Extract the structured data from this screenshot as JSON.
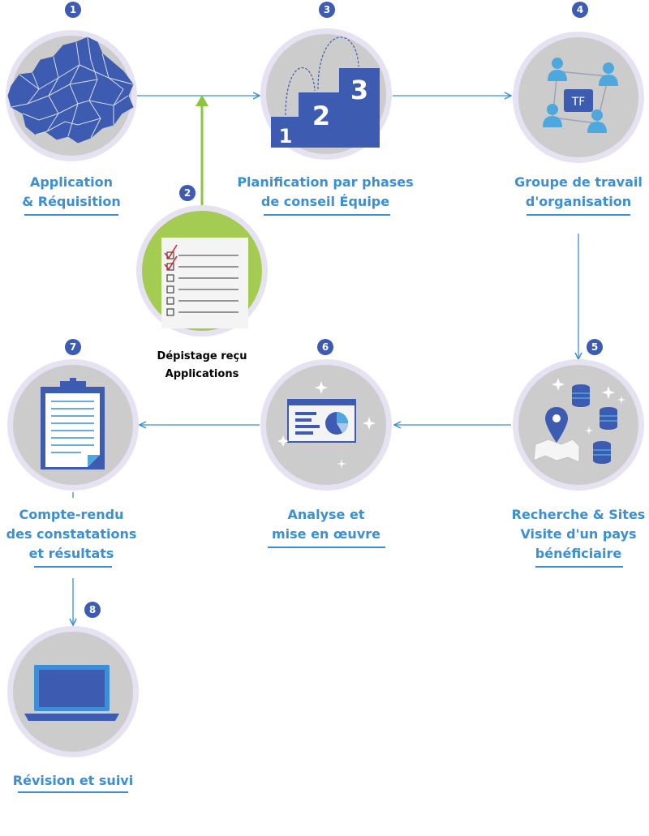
{
  "colors": {
    "arrow_blue": "#3a8fd6",
    "arrow_green": "#8cc63e",
    "badge_navy": "#3d5bb0",
    "circle_bg": "#cccccc",
    "circle_ring": "#e6e2f1",
    "accent_blue": "#3d5bb0",
    "screening_green": "#a4cc53"
  },
  "steps": [
    {
      "number": "1",
      "icon": "city-map-icon",
      "label_lines": [
        "Application",
        "& Réquisition"
      ]
    },
    {
      "number": "2",
      "icon": "checklist-icon",
      "label_lines": [
        "Dépistage reçu",
        "Applications"
      ]
    },
    {
      "number": "3",
      "icon": "podium-steps-icon",
      "label_lines": [
        "Planification par phases",
        "de conseil Équipe"
      ]
    },
    {
      "number": "4",
      "icon": "team-network-icon",
      "label_lines": [
        "Groupe de travail",
        "d'organisation"
      ],
      "center_badge": "TF"
    },
    {
      "number": "5",
      "icon": "database-map-pin-icon",
      "label_lines": [
        "Recherche & Sites",
        "Visite d'un pays",
        "bénéficiaire"
      ]
    },
    {
      "number": "6",
      "icon": "presentation-chart-icon",
      "label_lines": [
        "Analyse et",
        "mise en œuvre"
      ]
    },
    {
      "number": "7",
      "icon": "clipboard-report-icon",
      "label_lines": [
        "Compte-rendu",
        "des constatations",
        "et résultats"
      ]
    },
    {
      "number": "8",
      "icon": "laptop-icon",
      "label_lines": [
        "Révision et suivi"
      ]
    }
  ],
  "podium_digits": [
    "1",
    "2",
    "3"
  ]
}
